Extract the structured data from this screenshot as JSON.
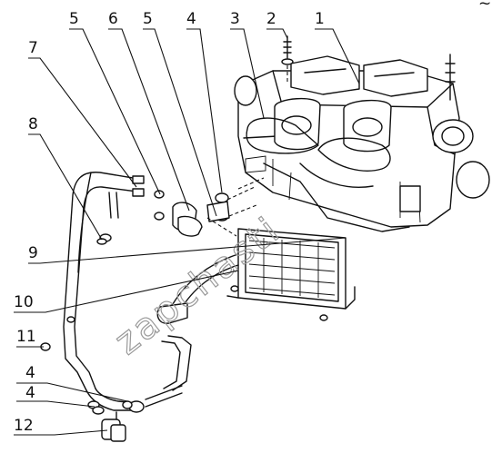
{
  "callouts": [
    {
      "id": "1",
      "label": "1"
    },
    {
      "id": "2",
      "label": "2"
    },
    {
      "id": "3",
      "label": "3"
    },
    {
      "id": "4a",
      "label": "4"
    },
    {
      "id": "5a",
      "label": "5"
    },
    {
      "id": "6",
      "label": "6"
    },
    {
      "id": "5b",
      "label": "5"
    },
    {
      "id": "7",
      "label": "7"
    },
    {
      "id": "8",
      "label": "8"
    },
    {
      "id": "9",
      "label": "9"
    },
    {
      "id": "10",
      "label": "10"
    },
    {
      "id": "11",
      "label": "11"
    },
    {
      "id": "4b",
      "label": "4"
    },
    {
      "id": "4c",
      "label": "4"
    },
    {
      "id": "12",
      "label": "12"
    }
  ],
  "watermark": "zapchasti",
  "corner_mark": "~"
}
